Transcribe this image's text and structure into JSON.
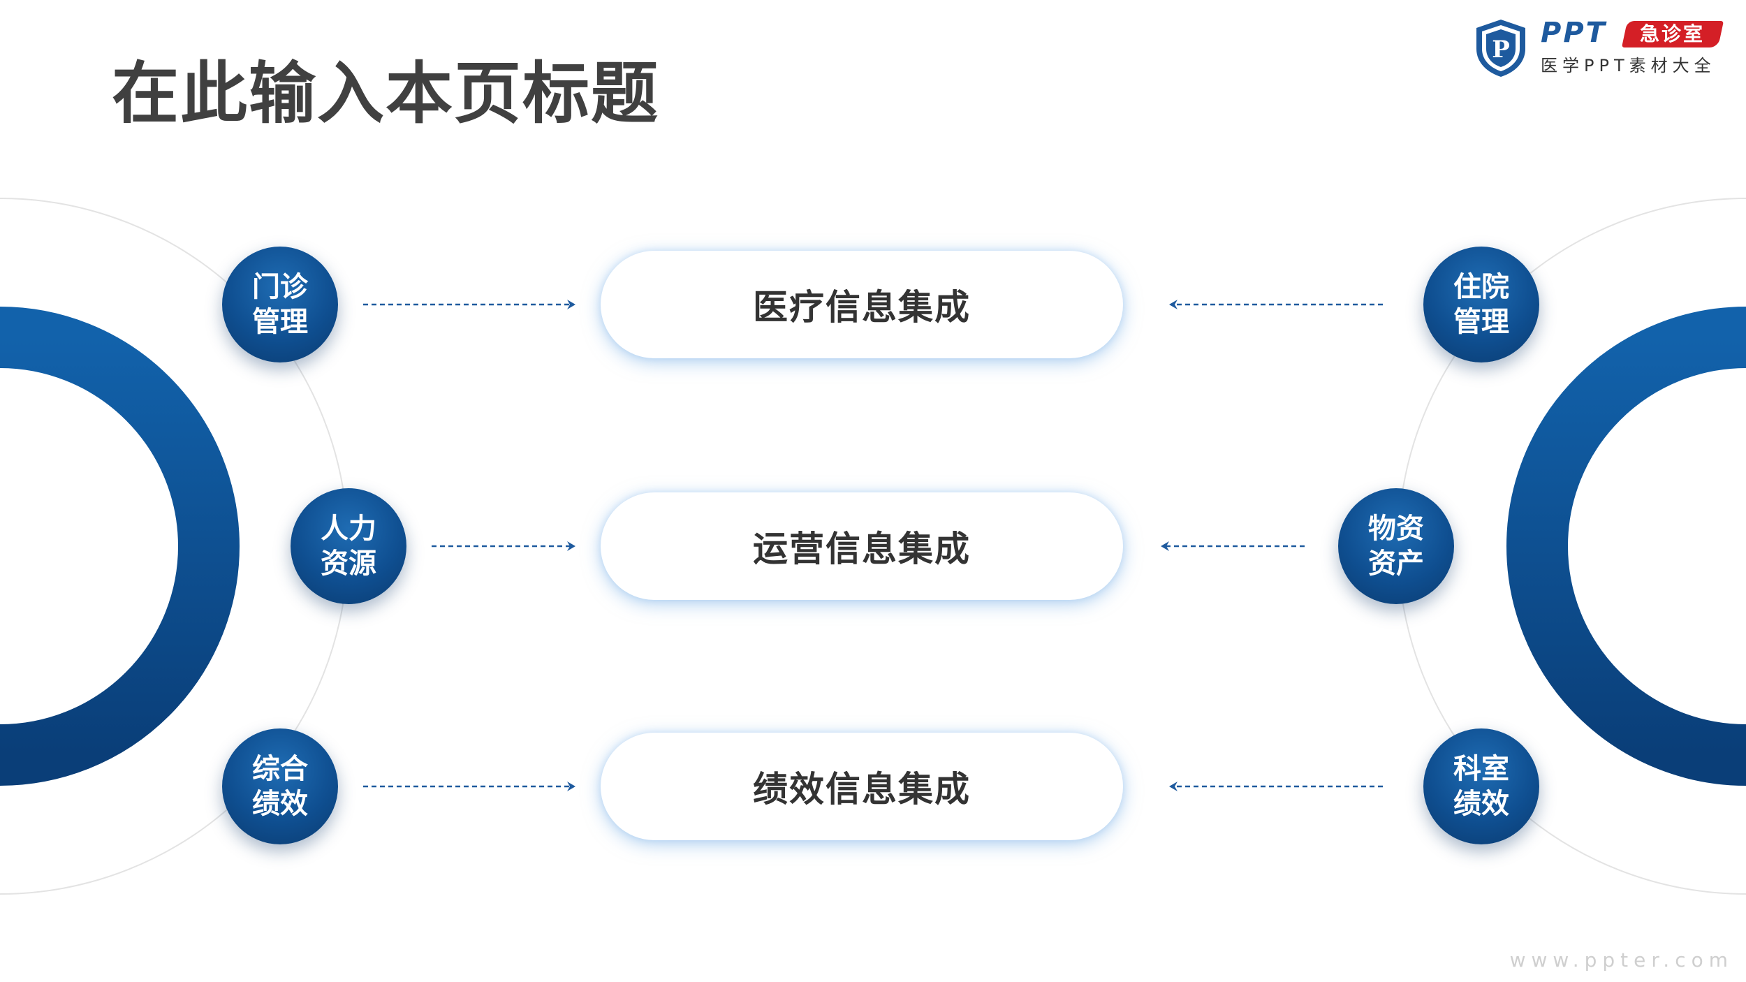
{
  "title": "在此输入本页标题",
  "logo": {
    "ppt": "PPT",
    "badge": "急诊室",
    "subtitle": "医学PPT素材大全",
    "shield_letter": "P",
    "shield_color": "#1e5a9e"
  },
  "diagram": {
    "left_nodes": [
      {
        "label": "门诊管理"
      },
      {
        "label": "人力资源"
      },
      {
        "label": "综合绩效"
      }
    ],
    "right_nodes": [
      {
        "label": "住院管理"
      },
      {
        "label": "物资资产"
      },
      {
        "label": "科室绩效"
      }
    ],
    "center_items": [
      {
        "label": "医疗信息集成"
      },
      {
        "label": "运营信息集成"
      },
      {
        "label": "绩效信息集成"
      }
    ],
    "edges": [
      {
        "from": "门诊管理",
        "to": "医疗信息集成"
      },
      {
        "from": "人力资源",
        "to": "运营信息集成"
      },
      {
        "from": "综合绩效",
        "to": "绩效信息集成"
      },
      {
        "from": "住院管理",
        "to": "医疗信息集成"
      },
      {
        "from": "物资资产",
        "to": "运营信息集成"
      },
      {
        "from": "科室绩效",
        "to": "绩效信息集成"
      }
    ],
    "colors": {
      "primary": "#0f4f91",
      "primary_dark": "#0a3b70",
      "arrow": "#1e5a9e",
      "text": "#333333"
    }
  },
  "watermark": "www.ppter.com"
}
